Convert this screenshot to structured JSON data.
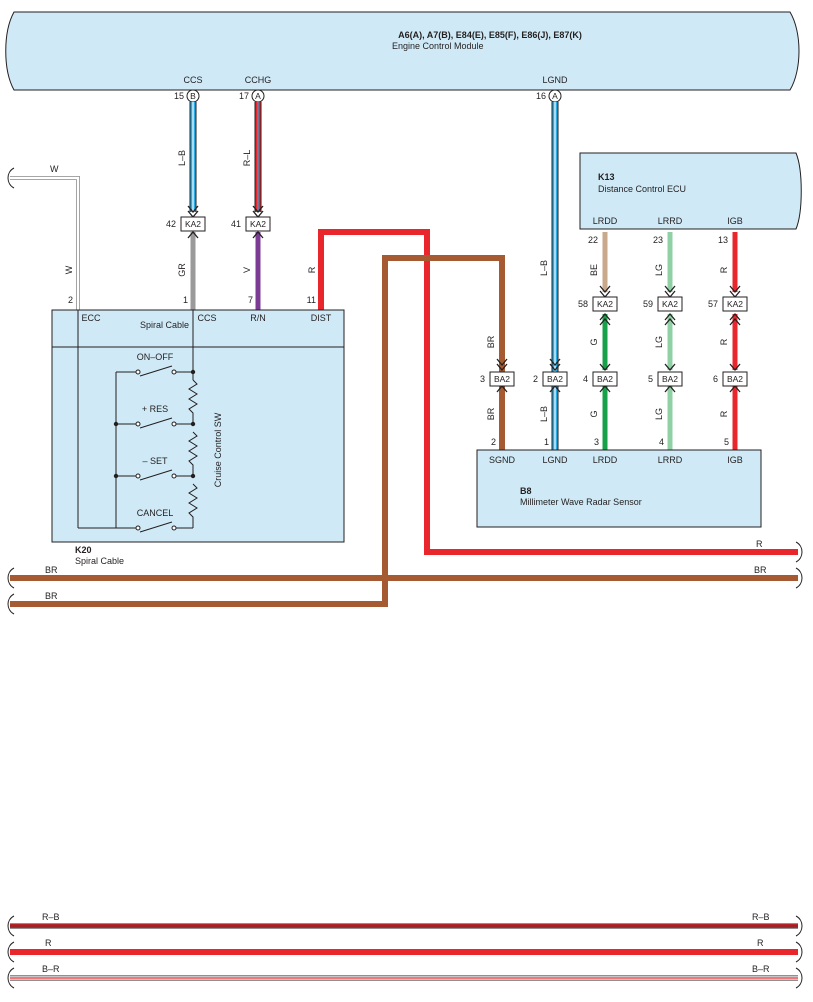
{
  "ecm": {
    "title": "A6(A), A7(B), E84(E), E85(F), E86(J), E87(K)",
    "subtitle": "Engine Control Module",
    "terms": {
      "ccs": "CCS",
      "cchg": "CCHG",
      "lgnd": "LGND"
    },
    "pins": {
      "ccs": "15",
      "cchg": "17",
      "lgnd": "16"
    },
    "conn": {
      "ccs": "B",
      "cchg": "A",
      "lgnd": "A"
    }
  },
  "k13": {
    "code": "K13",
    "name": "Distance Control ECU",
    "terms": {
      "lrdd": "LRDD",
      "lrrd": "LRRD",
      "igb": "IGB"
    },
    "pins": {
      "lrdd": "22",
      "lrrd": "23",
      "igb": "13"
    }
  },
  "k20": {
    "code": "K20",
    "name": "Spiral Cable",
    "inner_label": "Spiral Cable",
    "sw_label": "Cruise Control SW",
    "terms": {
      "ecc": "ECC",
      "ccs": "CCS",
      "rn": "R/N",
      "dist": "DIST"
    },
    "pins": {
      "ecc": "2",
      "ccs": "1",
      "rn": "7",
      "dist": "11"
    },
    "switches": [
      "ON–OFF",
      "+ RES",
      "– SET",
      "CANCEL"
    ]
  },
  "b8": {
    "code": "B8",
    "name": "Millimeter Wave Radar Sensor",
    "terms": {
      "sgnd": "SGND",
      "lgnd": "LGND",
      "lrdd": "LRDD",
      "lrrd": "LRRD",
      "igb": "IGB"
    },
    "pins": {
      "sgnd": "2",
      "lgnd": "1",
      "lrdd": "3",
      "lrrd": "4",
      "igb": "5"
    }
  },
  "splices": {
    "ka2": "KA2",
    "ba2": "BA2",
    "ka2_pins": {
      "ccs": "42",
      "cchg": "41",
      "lrdd": "58",
      "lrrd": "59",
      "igb": "57"
    },
    "ba2_pins": {
      "br": "3",
      "lgnd": "2",
      "lrdd": "4",
      "lrrd": "5",
      "igb": "6"
    }
  },
  "wires": {
    "ccs_top": "L–B",
    "ccs_bot": "GR",
    "cchg_top": "R–L",
    "cchg_bot": "V",
    "dist": "R",
    "ecc": "W",
    "ecc_left": "W",
    "lgnd": "L–B",
    "br_top": "BR",
    "br_bot": "BR",
    "lgnd_bot": "L–B",
    "lrdd_top": "BE",
    "lrdd_mid": "G",
    "lrdd_bot": "G",
    "lrrd_top": "LG",
    "lrrd_mid": "LG",
    "lrrd_bot": "LG",
    "igb_top": "R",
    "igb_mid": "R",
    "igb_bot": "R",
    "bus_r": "R",
    "bus_br1": "BR",
    "bus_br2": "BR",
    "bus_br_left1": "BR",
    "bus_br_left2": "BR"
  },
  "bottom_bus": {
    "rb_left": "R–B",
    "rb_right": "R–B",
    "r_left": "R",
    "r_right": "R",
    "br_left": "B–R",
    "br_right": "B–R"
  },
  "colors": {
    "connector_fill": "#cfeaf6",
    "red": "#e8262b",
    "brown": "#a55a31",
    "blue": "#27a9e1",
    "purple": "#7c3c96",
    "gray": "#9a9a9a",
    "green": "#16a14a",
    "light_green": "#8fd0a4",
    "beige": "#c8a98c"
  }
}
